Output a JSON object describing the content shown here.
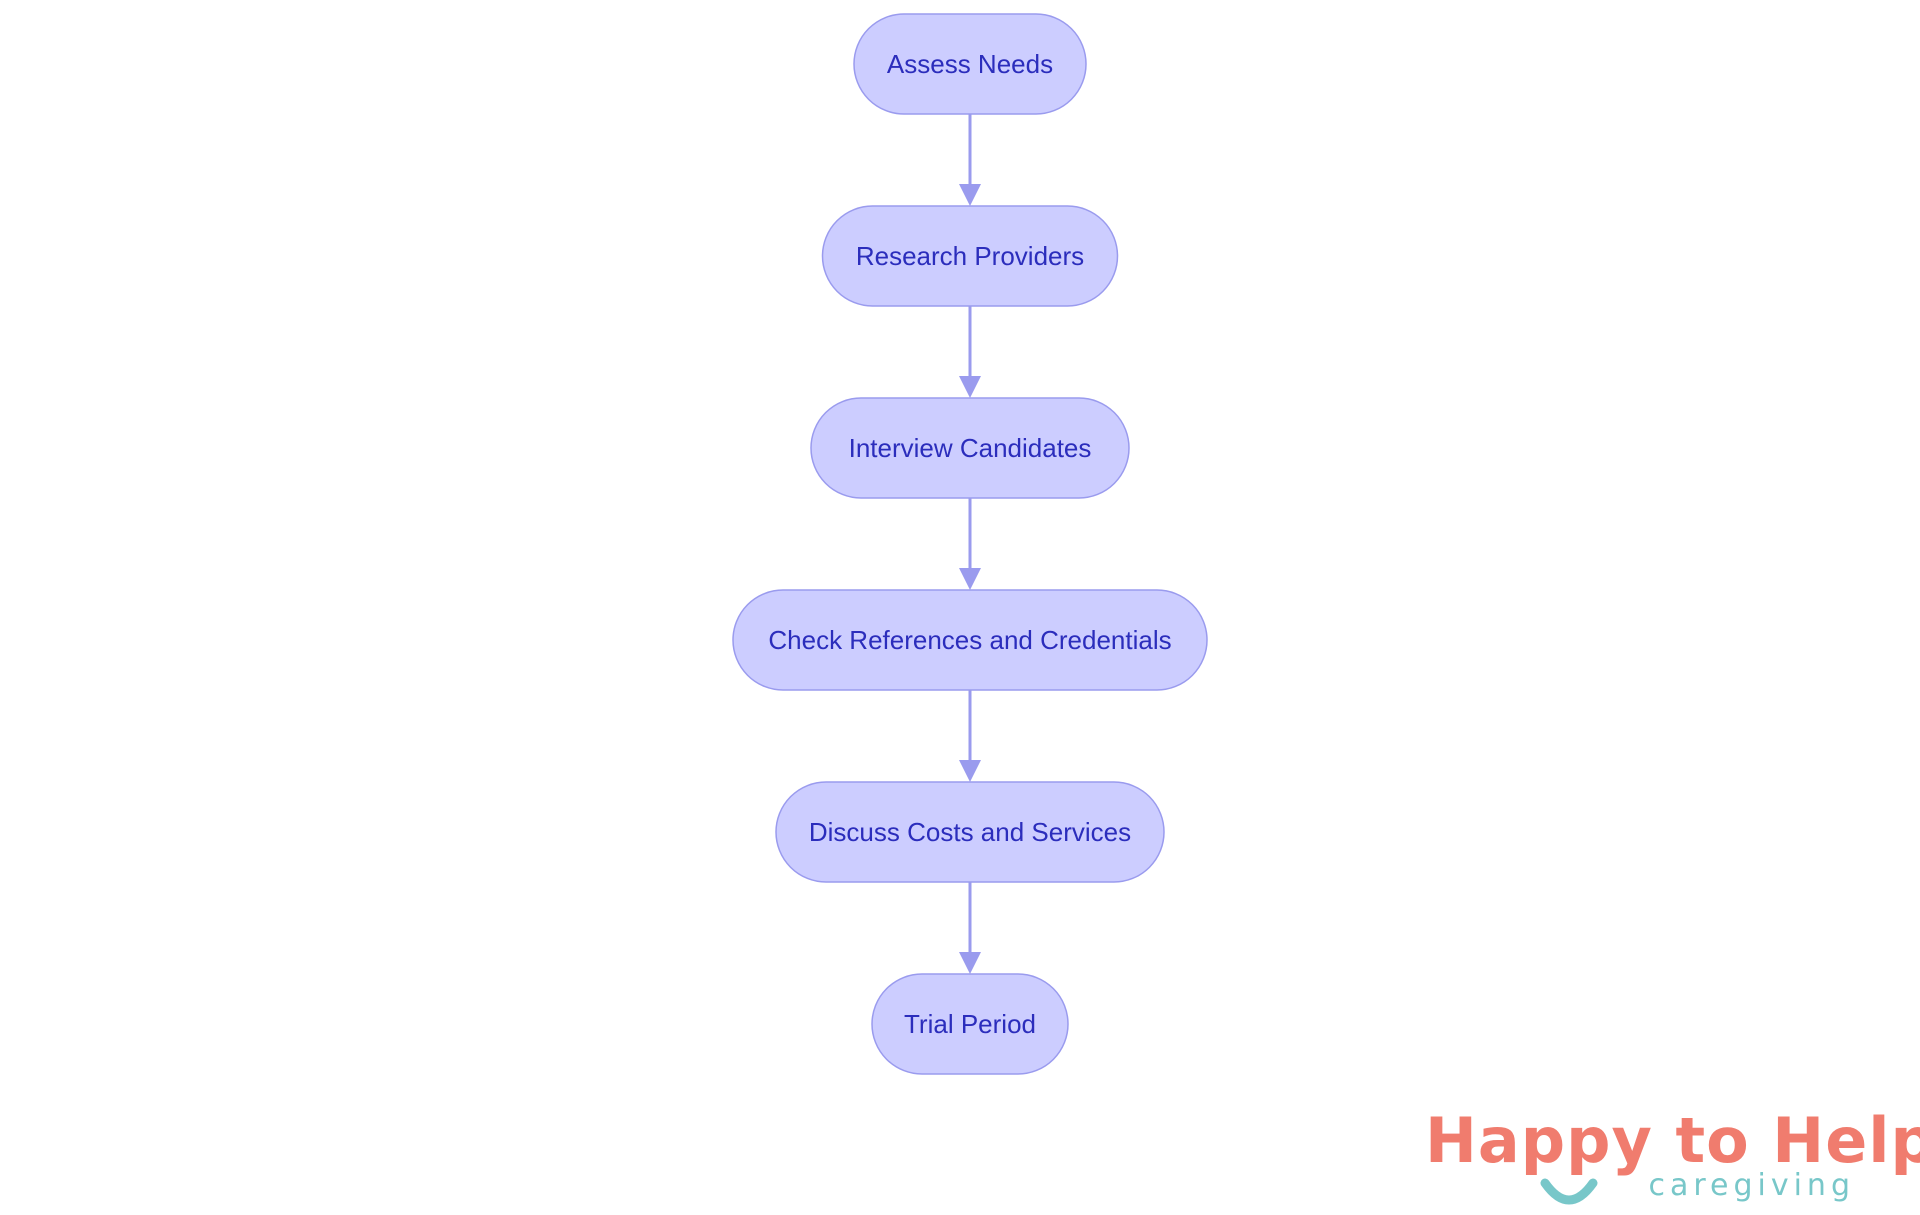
{
  "diagram": {
    "nodes": [
      {
        "id": "assess-needs",
        "label": "Assess Needs"
      },
      {
        "id": "research-providers",
        "label": "Research Providers"
      },
      {
        "id": "interview-candidates",
        "label": "Interview Candidates"
      },
      {
        "id": "check-references",
        "label": "Check References and Credentials"
      },
      {
        "id": "discuss-costs",
        "label": "Discuss Costs and Services"
      },
      {
        "id": "trial-period",
        "label": "Trial Period"
      }
    ],
    "edges": [
      {
        "from": "assess-needs",
        "to": "research-providers"
      },
      {
        "from": "research-providers",
        "to": "interview-candidates"
      },
      {
        "from": "interview-candidates",
        "to": "check-references"
      },
      {
        "from": "check-references",
        "to": "discuss-costs"
      },
      {
        "from": "discuss-costs",
        "to": "trial-period"
      }
    ],
    "colors": {
      "node_fill": "#cccdff",
      "node_stroke": "#9a9bee",
      "node_text": "#2b2dbc",
      "edge": "#9a9bee"
    }
  },
  "logo": {
    "name": "Happy to Help",
    "tagline": "caregiving",
    "colors": {
      "name": "#f07c6e",
      "tagline": "#78c7c9"
    }
  }
}
